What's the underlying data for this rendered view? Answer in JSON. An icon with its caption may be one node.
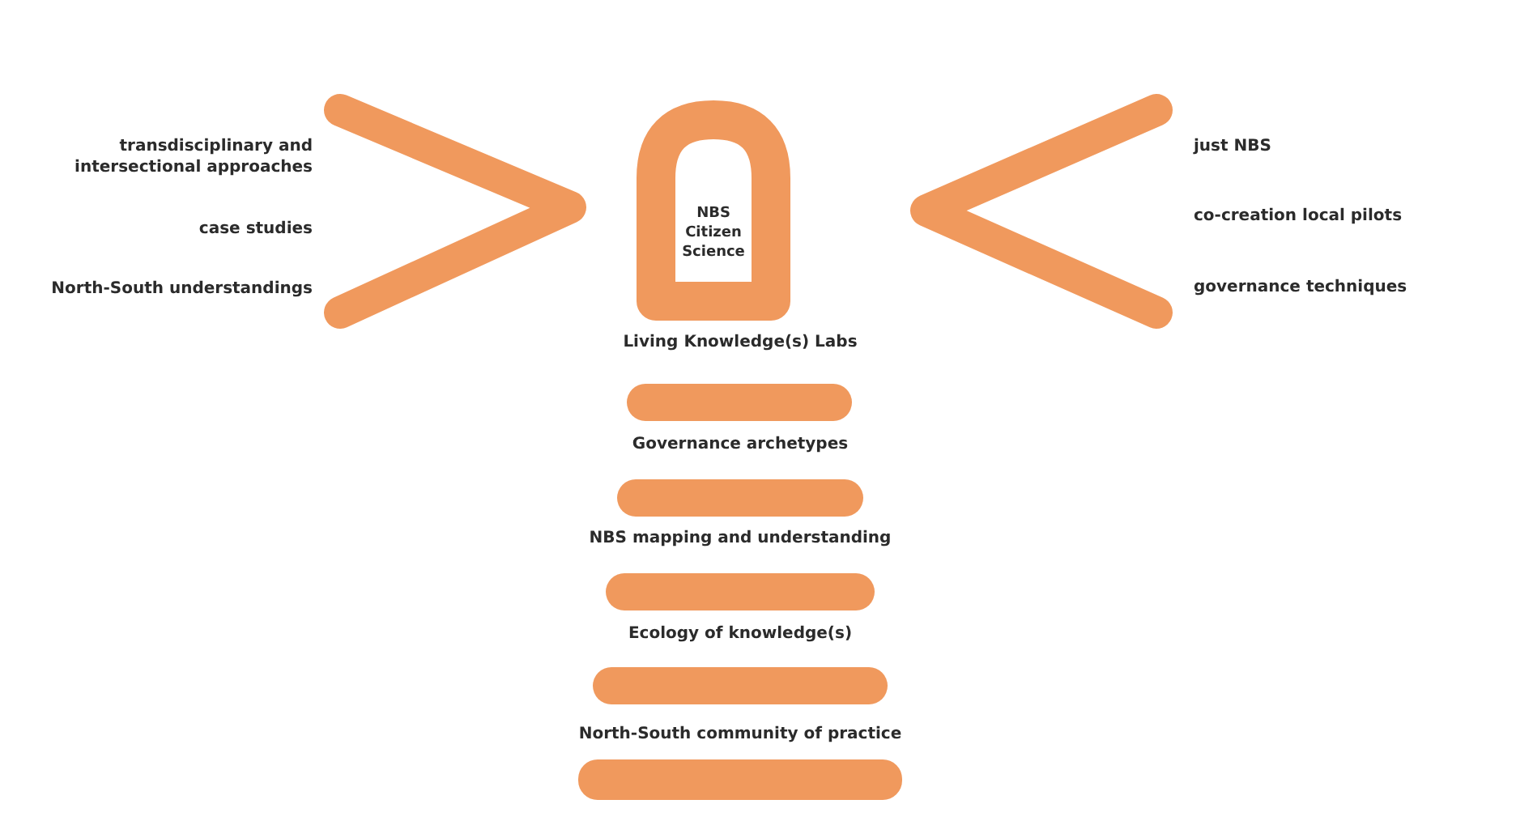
{
  "diagram": {
    "nodes": [
      {
        "text": [
          "NBS Citizen Science"
        ]
      },
      {
        "text": [
          "Living Knowledge(s) Labs"
        ]
      },
      {
        "text": [
          "Governance archetypes"
        ]
      },
      {
        "text": [
          "NBS mapping and understanding"
        ]
      },
      {
        "text": [
          "Ecology of knowledge(s)"
        ]
      },
      {
        "text": [
          "North-South community of practice"
        ]
      }
    ],
    "labels": [
      "transdisciplinary and intersectional approaches",
      "just NBS",
      "case studies",
      "co-creation local pilots",
      "North-South understandings",
      "governance techniques"
    ]
  }
}
